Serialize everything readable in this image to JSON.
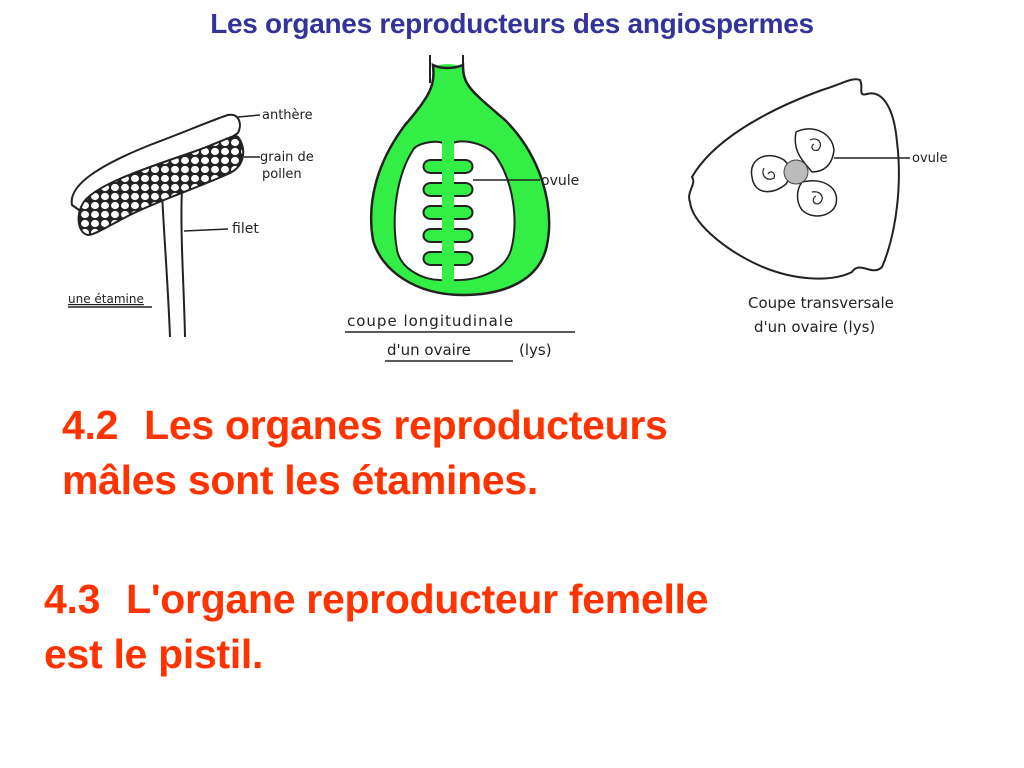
{
  "slide": {
    "title": "Les organes reproducteurs des angiospermes",
    "colors": {
      "title": "#333399",
      "body": "#ff3300",
      "ovary_fill": "#33ee44"
    }
  },
  "figures": {
    "stamen": {
      "labels": {
        "anther": "anthère",
        "pollen_line1": "grain de",
        "pollen_line2": "pollen",
        "filament": "filet",
        "caption": "une étamine"
      }
    },
    "longitudinal": {
      "labels": {
        "ovule": "ovule",
        "caption_line1": "coupe longitudinale",
        "caption_line2": "d'un ovaire",
        "caption_suffix": "(lys)"
      }
    },
    "transverse": {
      "labels": {
        "ovule": "ovule",
        "caption_line1": "Coupe transversale",
        "caption_line2": "d'un ovaire (lys)"
      }
    }
  },
  "points": [
    {
      "number": "4.2",
      "line1": "Les organes reproducteurs",
      "line2": "mâles sont les étamines."
    },
    {
      "number": "4.3",
      "line1": "L'organe reproducteur femelle",
      "line2": "est le pistil."
    }
  ]
}
